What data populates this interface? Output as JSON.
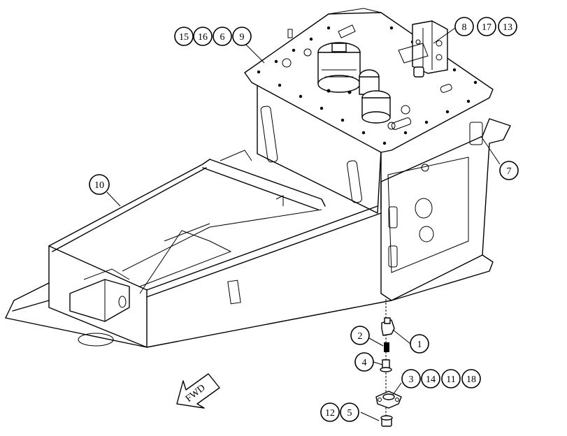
{
  "callouts": [
    {
      "id": "c15",
      "label": "15"
    },
    {
      "id": "c16",
      "label": "16"
    },
    {
      "id": "c6",
      "label": "6"
    },
    {
      "id": "c9",
      "label": "9"
    },
    {
      "id": "c8",
      "label": "8"
    },
    {
      "id": "c17",
      "label": "17"
    },
    {
      "id": "c13",
      "label": "13"
    },
    {
      "id": "c7",
      "label": "7"
    },
    {
      "id": "c10",
      "label": "10"
    },
    {
      "id": "c2",
      "label": "2"
    },
    {
      "id": "c1",
      "label": "1"
    },
    {
      "id": "c4",
      "label": "4"
    },
    {
      "id": "c3",
      "label": "3"
    },
    {
      "id": "c14",
      "label": "14"
    },
    {
      "id": "c11",
      "label": "11"
    },
    {
      "id": "c18",
      "label": "18"
    },
    {
      "id": "c12",
      "label": "12"
    },
    {
      "id": "c5",
      "label": "5"
    }
  ],
  "direction_arrow": {
    "label": "FWD"
  }
}
